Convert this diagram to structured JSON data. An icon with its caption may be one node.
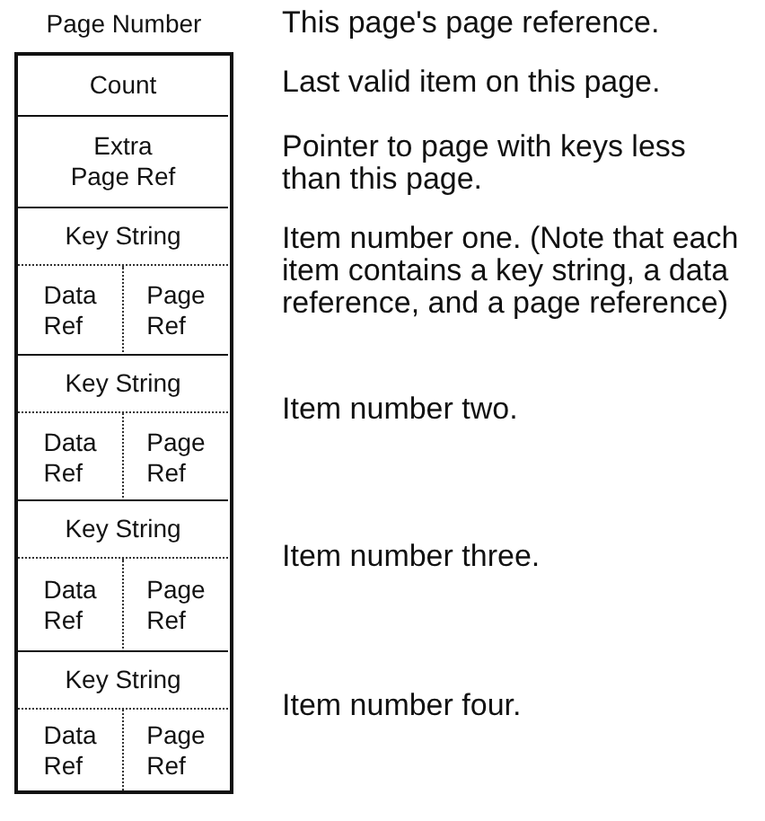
{
  "diagram": {
    "nodes": [
      {
        "text": [
          "Page Number"
        ],
        "beside": [
          "This page's page reference."
        ]
      },
      {
        "text": [
          "Count"
        ],
        "in": 0,
        "beside": [
          "Last valid item on this page."
        ]
      },
      {
        "text": [
          "Extra Page Ref"
        ],
        "in": 0
      },
      {
        "text": [],
        "shape": "box",
        "in": 0,
        "beside": [
          "Item number one. (Note that each item contains a key string, a data reference, and a page reference)"
        ]
      },
      {
        "text": [
          "Key String"
        ],
        "in": 3
      },
      {
        "text": [
          "Data Ref"
        ],
        "in": 3
      },
      {
        "text": [
          "Page Ref"
        ],
        "in": 3
      },
      {
        "text": [],
        "shape": "box",
        "in": 0,
        "beside": [
          "Item number two."
        ]
      },
      {
        "text": [
          "Key String"
        ],
        "in": 7
      },
      {
        "text": [
          "Data Ref"
        ],
        "in": 7
      },
      {
        "text": [
          "Page Ref"
        ],
        "in": 7
      },
      {
        "text": [],
        "shape": "box",
        "in": 0,
        "beside": [
          "Item number three."
        ]
      },
      {
        "text": [
          "Key String"
        ],
        "in": 11
      },
      {
        "text": [
          "Data Ref"
        ],
        "in": 11
      },
      {
        "text": [
          "Page Ref"
        ],
        "in": 11
      },
      {
        "text": [],
        "shape": "box",
        "in": 0,
        "beside": [
          "Item number four."
        ]
      },
      {
        "text": [
          "Key String"
        ],
        "in": 15
      },
      {
        "text": [
          "Data Ref"
        ],
        "in": 15
      },
      {
        "text": [
          "Page Ref"
        ],
        "in": 15
      }
    ],
    "labels": [
      "Pointer to page with keys less than this page."
    ]
  }
}
